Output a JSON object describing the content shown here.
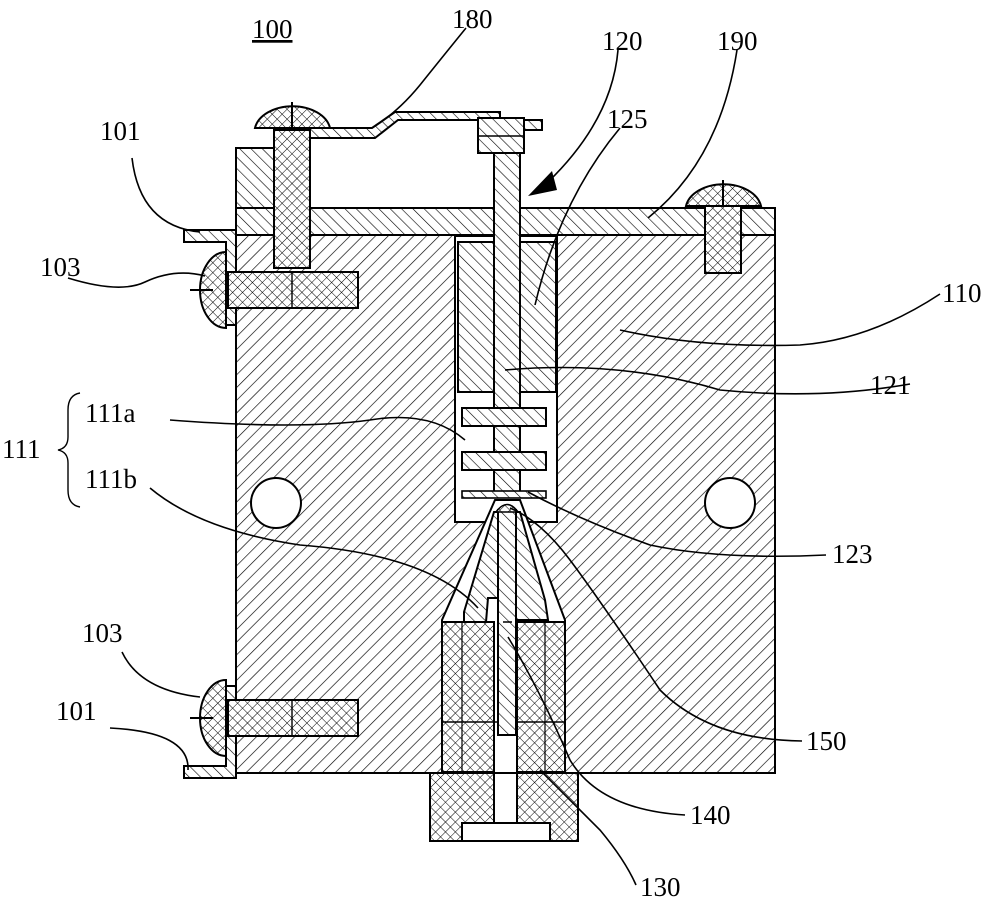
{
  "figure": {
    "title": "100",
    "labels": {
      "l180": "180",
      "l120": "120",
      "l190": "190",
      "l101_top": "101",
      "l125": "125",
      "l103_top": "103",
      "l110": "110",
      "l121": "121",
      "l111": "111",
      "l111a": "111a",
      "l111b": "111b",
      "l123": "123",
      "l103_bottom": "103",
      "l101_bottom": "101",
      "l150": "150",
      "l140": "140",
      "l130": "130"
    }
  }
}
